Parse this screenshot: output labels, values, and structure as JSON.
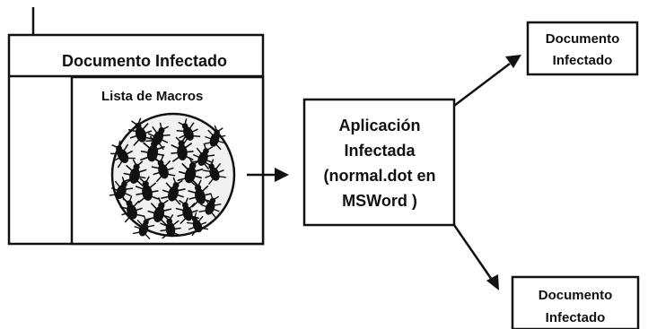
{
  "labels": {
    "infected_document_outer": "Documento Infectado",
    "macro_list": "Lista de Macros",
    "center_app_lines": [
      "Aplicación",
      "Infectada",
      "(normal.dot en",
      "MSWord )"
    ],
    "top_right_lines": [
      "Documento",
      "Infectado"
    ],
    "bottom_right_lines": [
      "Documento",
      "Infectado"
    ]
  },
  "icons": {
    "bugs": "virus-bug-icon"
  },
  "colors": {
    "stroke": "#111111",
    "circle_fill": "#f1f1f1",
    "background": "#ffffff"
  }
}
